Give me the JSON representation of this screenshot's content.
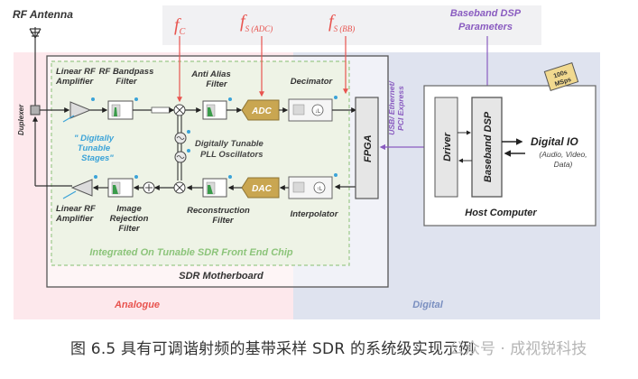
{
  "diagram": {
    "rf_antenna": "RF Antenna",
    "duplexer": "Duplexer",
    "inputs": {
      "fc": "f",
      "fc_sub": "C",
      "fs_adc": "f",
      "fs_adc_sub": "S (ADC)",
      "fs_bb": "f",
      "fs_bb_sub": "S (BB)",
      "baseband_params_line1": "Baseband DSP",
      "baseband_params_line2": "Parameters"
    },
    "rx_chain": {
      "linear_rf_amp_line1": "Linear RF",
      "linear_rf_amp_line2": "Amplifier",
      "rf_bandpass_line1": "RF Bandpass",
      "rf_bandpass_line2": "Filter",
      "anti_alias_line1": "Anti Alias",
      "anti_alias_line2": "Filter",
      "adc": "ADC",
      "decimator": "Decimator",
      "decimator_symbol": "↓L"
    },
    "tx_chain": {
      "linear_rf_amp_line1": "Linear RF",
      "linear_rf_amp_line2": "Amplifier",
      "image_rejection_line1": "Image",
      "image_rejection_line2": "Rejection",
      "image_rejection_line3": "Filter",
      "reconstruction_line1": "Reconstruction",
      "reconstruction_line2": "Filter",
      "dac": "DAC",
      "interpolator": "Interpolator",
      "interpolator_symbol": "↑L"
    },
    "tunable_stages_line1": "\" Digitally",
    "tunable_stages_line2": "Tunable",
    "tunable_stages_line3": "Stages\"",
    "pll_line1": "Digitally Tunable",
    "pll_line2": "PLL Oscillators",
    "chip_label": "Integrated On Tunable SDR Front End Chip",
    "motherboard_label": "SDR Motherboard",
    "fpga": "FPGA",
    "link_line1": "USB/ Ethernet/",
    "link_line2": "PCI Express",
    "host": {
      "driver": "Driver",
      "baseband_dsp": "Baseband DSP",
      "digital_io": "Digital IO",
      "digital_io_sub1": "(Audio, Video,",
      "digital_io_sub2": "Data)",
      "rate_tag_line1": "100s",
      "rate_tag_line2": "MSps",
      "label": "Host Computer"
    },
    "domain_analogue": "Analogue",
    "domain_digital": "Digital",
    "colors": {
      "analogue_bg": "#fde8ec",
      "digital_bg": "#dfe3ef",
      "chip_bg": "#eef3e6",
      "chip_border": "#9cc98a",
      "freq_red": "#e8544f",
      "dsp_purple": "#8a5cc0",
      "tunable_blue": "#3ba3d8",
      "converter_gold": "#c9a651"
    }
  },
  "caption": {
    "text": "图  6.5  具有可调谐射频的基带采样 SDR 的系统级实现示例",
    "watermark": "公众号 · 成视锐科技"
  }
}
